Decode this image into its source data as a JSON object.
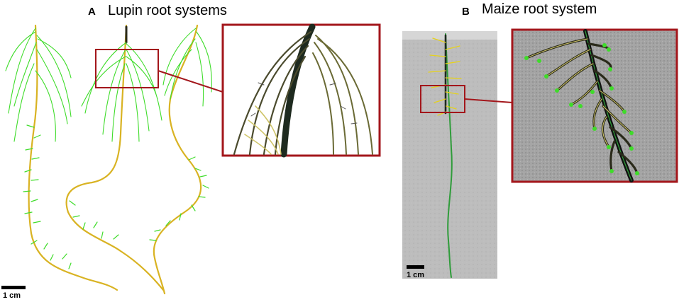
{
  "panel_a": {
    "letter": "A",
    "title": "Lupin root systems",
    "scale_label": "1 cm"
  },
  "panel_b": {
    "letter": "B",
    "title": "Maize root system",
    "scale_label": "1 cm"
  },
  "colors": {
    "root_green": "#3fdc2a",
    "root_yellow": "#d9b323",
    "root_dark": "#1e2a1f",
    "callout_red": "#a3161b",
    "soil_gray": "#b8b8b8",
    "zoom_gray": "#9a9a9a"
  }
}
